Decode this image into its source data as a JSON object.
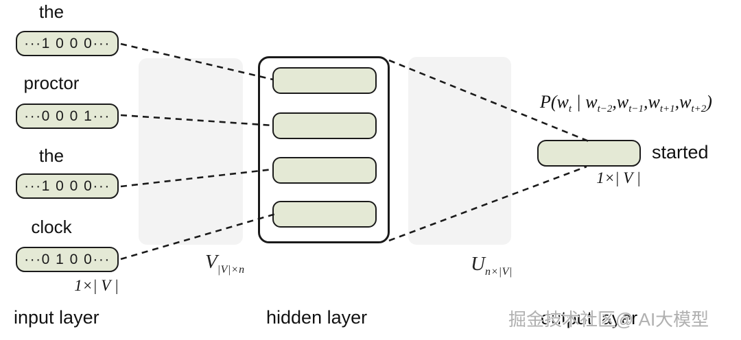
{
  "input_layer": {
    "title": "input layer",
    "dim_label": "1×| V |",
    "words": [
      {
        "word": "the",
        "vector": "···1 0 0 0···"
      },
      {
        "word": "proctor",
        "vector": "···0 0 0 1···"
      },
      {
        "word": "the",
        "vector": "···1 0 0 0···"
      },
      {
        "word": "clock",
        "vector": "···0 1 0 0···"
      }
    ]
  },
  "hidden_layer": {
    "title": "hidden layer",
    "unit_count": 4
  },
  "output_layer": {
    "title": "output layer",
    "predicted_word": "started",
    "dim_label": "1×| V |",
    "formula_parts": [
      {
        "text": "P(w"
      },
      {
        "text": "t"
      },
      {
        "text": " | w"
      },
      {
        "text": "t−2"
      },
      {
        "text": ",w"
      },
      {
        "text": "t−1"
      },
      {
        "text": ",w"
      },
      {
        "text": "t+1"
      },
      {
        "text": ",w"
      },
      {
        "text": "t+2"
      },
      {
        "text": ")"
      }
    ]
  },
  "matrices": {
    "v": {
      "base": "V",
      "subscript": "|V|×n"
    },
    "u": {
      "base": "U",
      "subscript": "n×|V|"
    }
  },
  "watermark": "掘金技术社区@ AI大模型",
  "colors": {
    "node_fill": "#e4e9d5",
    "node_border": "#1a1a1a",
    "panel_fill": "#f3f3f3",
    "background": "#ffffff",
    "watermark_gray": "#b0b0b0"
  }
}
